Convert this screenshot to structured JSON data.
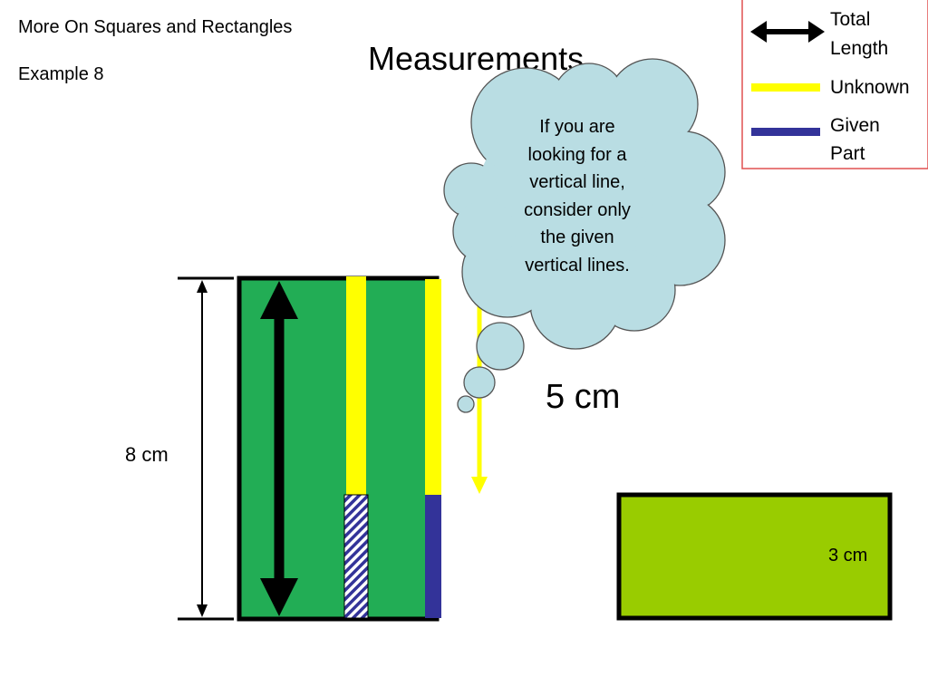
{
  "header": {
    "slide_title": "More On Squares and Rectangles",
    "example_label": "Example 8",
    "heading": "Measurements"
  },
  "legend": {
    "total_length": [
      "Total",
      "Length"
    ],
    "unknown": "Unknown",
    "given_part": [
      "Given",
      "Part"
    ]
  },
  "callout": {
    "lines": [
      "If you are",
      "looking for a",
      "vertical line,",
      "consider only",
      "the given",
      "vertical lines."
    ]
  },
  "labels": {
    "tall_height": "8 cm",
    "given_length": "5 cm",
    "small_rect_height": "3 cm"
  },
  "colors": {
    "green_rect": "#22ad55",
    "lime_rect": "#99cc00",
    "unknown_yellow": "#ffff00",
    "given_blue": "#333399",
    "cloud_fill": "#b9dde3",
    "legend_border": "#e05050"
  }
}
